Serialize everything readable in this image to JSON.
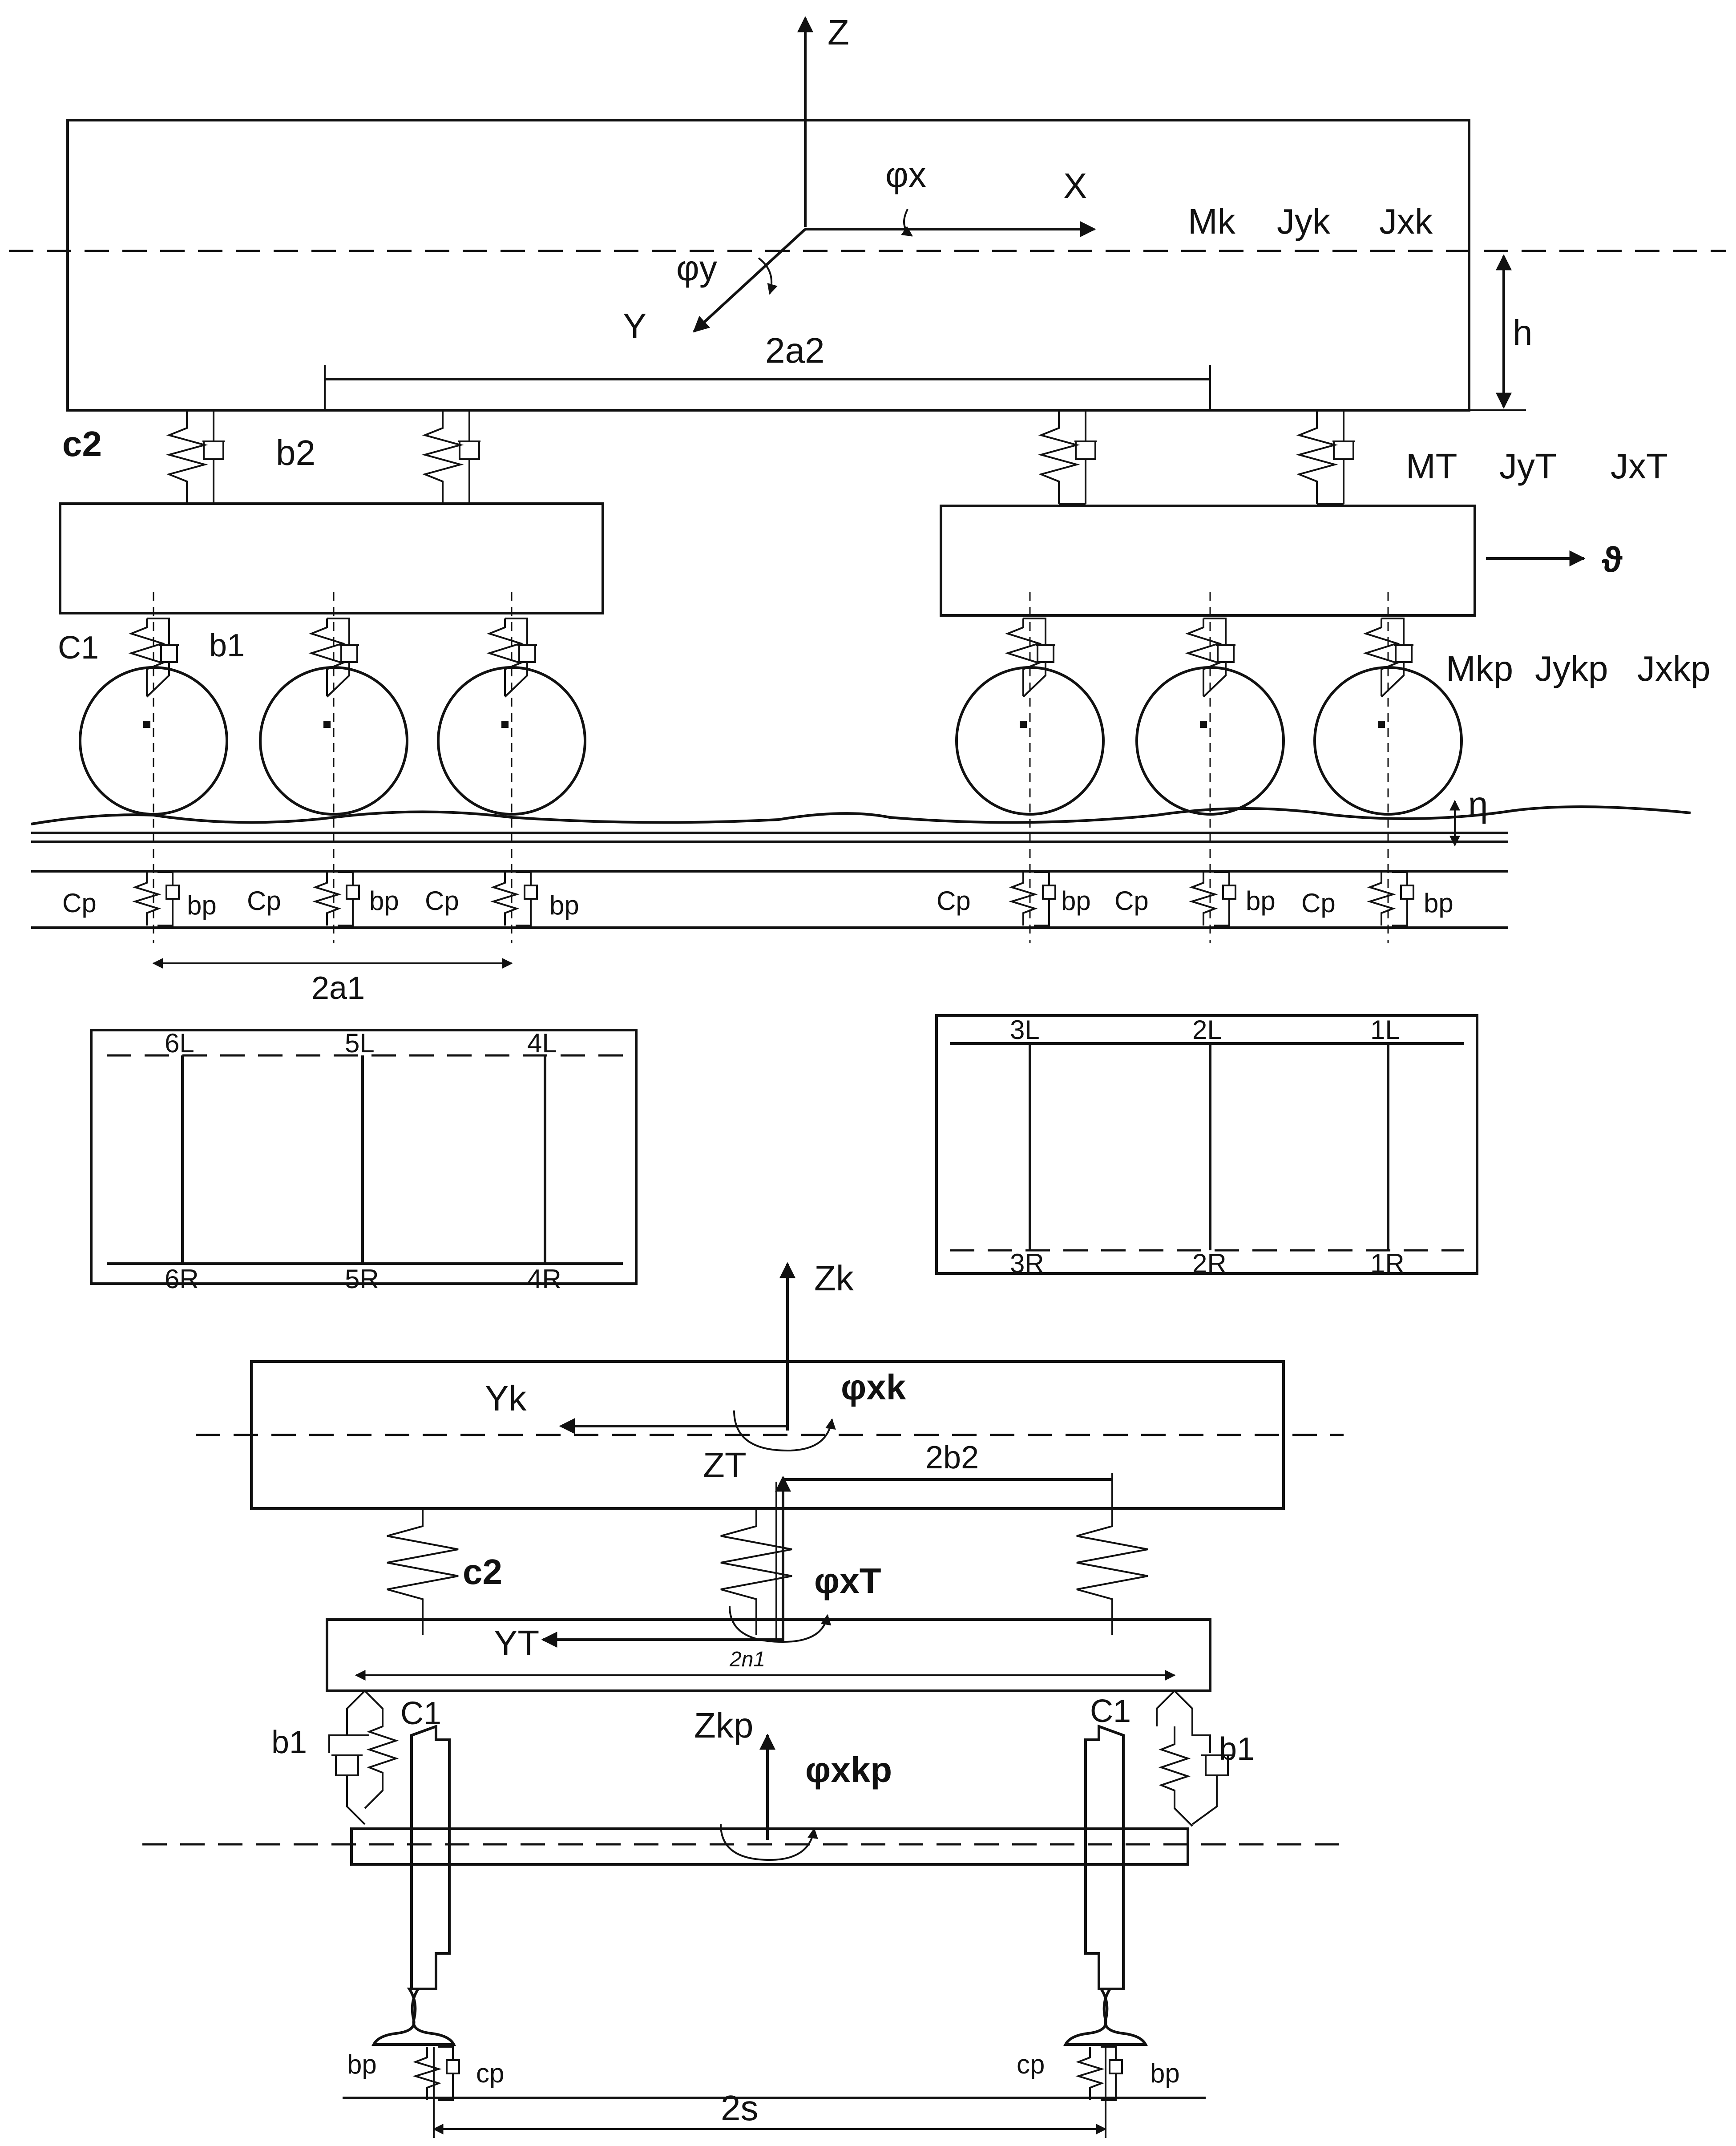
{
  "side_view": {
    "axes": {
      "z": "Z",
      "x": "X",
      "y": "Y",
      "phi_x": "φx",
      "phi_y": "φy"
    },
    "body_params": {
      "mass": "Mk",
      "jy": "Jyk",
      "jx": "Jxk"
    },
    "h": "h",
    "two_a2": "2a2",
    "c2": "c2",
    "b2": "b2",
    "bogie_params": {
      "mass": "MT",
      "jy": "JyT",
      "jx": "JxT"
    },
    "speed": "ϑ",
    "c1": "C1",
    "b1": "b1",
    "wheelset_params": {
      "mass": "Mkp",
      "jy": "Jykp",
      "jx": "Jxkp"
    },
    "eta": "η",
    "rail_springs": [
      {
        "c": "Cp",
        "b": "bp"
      },
      {
        "c": "Cp",
        "b": "bp"
      },
      {
        "c": "Cp",
        "b": "bp"
      },
      {
        "c": "Cp",
        "b": "bp"
      },
      {
        "c": "Cp",
        "b": "bp"
      },
      {
        "c": "Cp",
        "b": "bp"
      }
    ],
    "two_a1": "2a1"
  },
  "plan_view": {
    "left_bogie": {
      "top": [
        "6L",
        "5L",
        "4L"
      ],
      "bottom": [
        "6R",
        "5R",
        "4R"
      ]
    },
    "right_bogie": {
      "top": [
        "3L",
        "2L",
        "1L"
      ],
      "bottom": [
        "3R",
        "2R",
        "1R"
      ]
    }
  },
  "end_view": {
    "zk": "Zk",
    "yk": "Yk",
    "phi_xk": "φxk",
    "zt": "ZT",
    "two_b2": "2b2",
    "c2": "c2",
    "phi_xt": "φxT",
    "yt": "YT",
    "two_n1": "2n1",
    "zkp": "Zkp",
    "phi_xkp": "φxkp",
    "b1_left": "b1",
    "c1_left": "C1",
    "c1_right": "C1",
    "b1_right": "b1",
    "bp_left": "bp",
    "cp_left": "cp",
    "cp_right": "cp",
    "bp_right": "bp",
    "two_s": "2s"
  }
}
